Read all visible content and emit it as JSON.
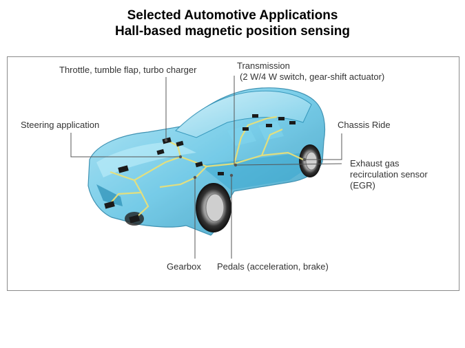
{
  "title": "Selected Automotive Applications",
  "subtitle": "Hall-based magnetic position sensing",
  "labels": {
    "throttle": "Throttle, tumble flap, turbo charger",
    "transmission_1": "Transmission",
    "transmission_2": "(2 W/4 W switch, gear-shift actuator)",
    "steering": "Steering application",
    "chassis": "Chassis Ride",
    "egr_1": "Exhaust gas",
    "egr_2": "recirculation sensor",
    "egr_3": "(EGR)",
    "gearbox": "Gearbox",
    "pedals": "Pedals (acceleration, brake)"
  },
  "colors": {
    "car_body": "#5fc3e4",
    "car_dark": "#2a8fb5",
    "wiring": "#e8e07a",
    "sensor": "#1a1a1a",
    "leader": "#555555"
  }
}
